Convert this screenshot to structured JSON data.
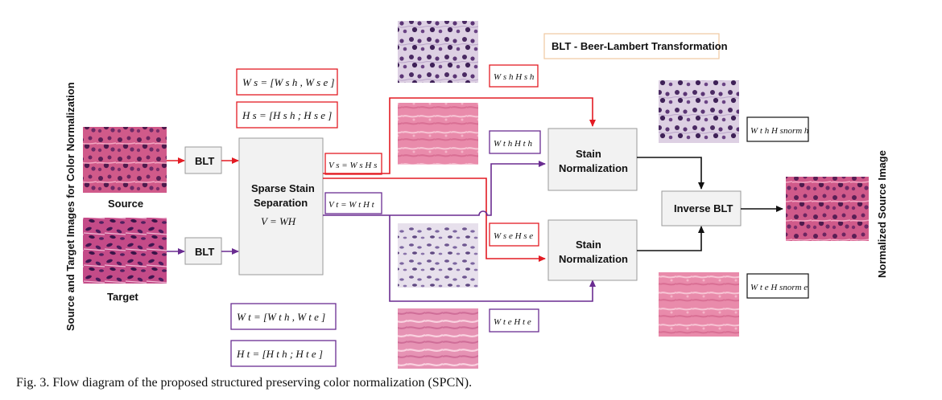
{
  "legend": "BLT - Beer-Lambert Transformation",
  "left_axis_label": "Source and Target Images for Color Normalization",
  "right_axis_label": "Normalized Source Image",
  "source_label": "Source",
  "target_label": "Target",
  "blt_label": "BLT",
  "sparse_title_1": "Sparse Stain",
  "sparse_title_2": "Separation",
  "sparse_eq": "V = WH",
  "stain_norm_1": "Stain",
  "stain_norm_2": "Normalization",
  "inverse_blt": "Inverse BLT",
  "eq_ws": "W s = [W s h , W s e ]",
  "eq_hs": "H s = [H s h ; H s e ]",
  "eq_vs": "V s = W s H s",
  "eq_vt": "V t = W t H t",
  "eq_wt": "W t = [W t h , W t e ]",
  "eq_ht": "H t = [H t h ; H t e ]",
  "eq_wshhs": "W s h H s h",
  "eq_wthht": "W t h H t h",
  "eq_wsehs": "W s e H s e",
  "eq_wteht": "W t e H t e",
  "eq_norm_h": "W t h H snorm h",
  "eq_norm_e": "W t e H snorm e",
  "caption": "Fig. 3.   Flow diagram of the proposed structured preserving color normalization (SPCN).",
  "colors": {
    "source": "#e31b23",
    "target": "#6a2c91",
    "box_fill": "#f2f2f2",
    "box_stroke": "#9a9a9a",
    "legend_stroke": "#f0c9a0"
  }
}
